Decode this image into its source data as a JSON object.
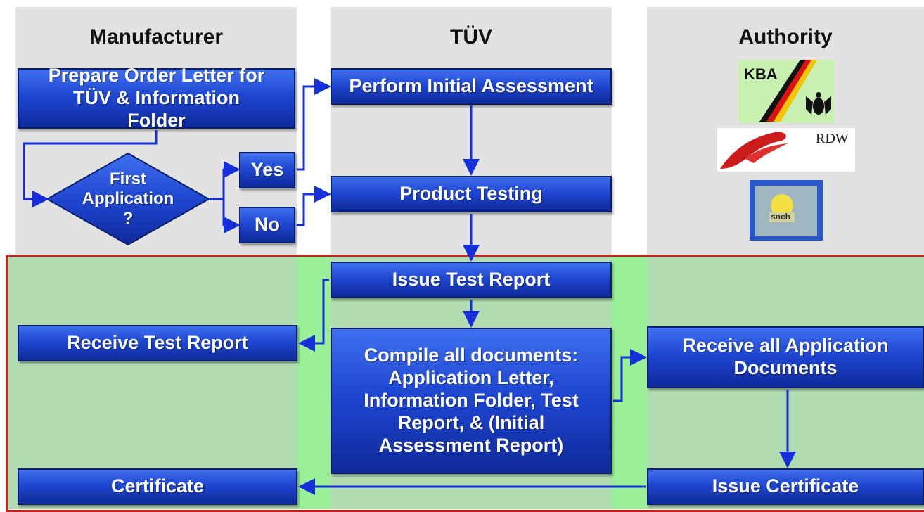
{
  "lanes": {
    "manufacturer": "Manufacturer",
    "tuv": "TÜV",
    "authority": "Authority"
  },
  "steps": {
    "prepare_order": "Prepare Order Letter for TÜV & Information Folder",
    "decision": "First Application ?",
    "yes": "Yes",
    "no": "No",
    "initial_assessment": "Perform Initial Assessment",
    "product_testing": "Product Testing",
    "issue_test_report": "Issue Test Report",
    "receive_test_report": "Receive Test Report",
    "compile_documents": "Compile all documents: Application Letter, Information Folder, Test Report, & (Initial Assessment Report)",
    "receive_documents": "Receive all Application Documents",
    "issue_certificate": "Issue Certificate",
    "certificate": "Certificate"
  },
  "logos": {
    "kba": "KBA",
    "rdw": "RDW",
    "snch": "snch"
  },
  "colors": {
    "lane_background": "#e2e2e2",
    "green_zone": "#b1dcb1",
    "green_strip": "#99f099",
    "red_frame": "#cc2222",
    "box_blue": "#1f47d2",
    "arrow_blue": "#1530d8"
  }
}
